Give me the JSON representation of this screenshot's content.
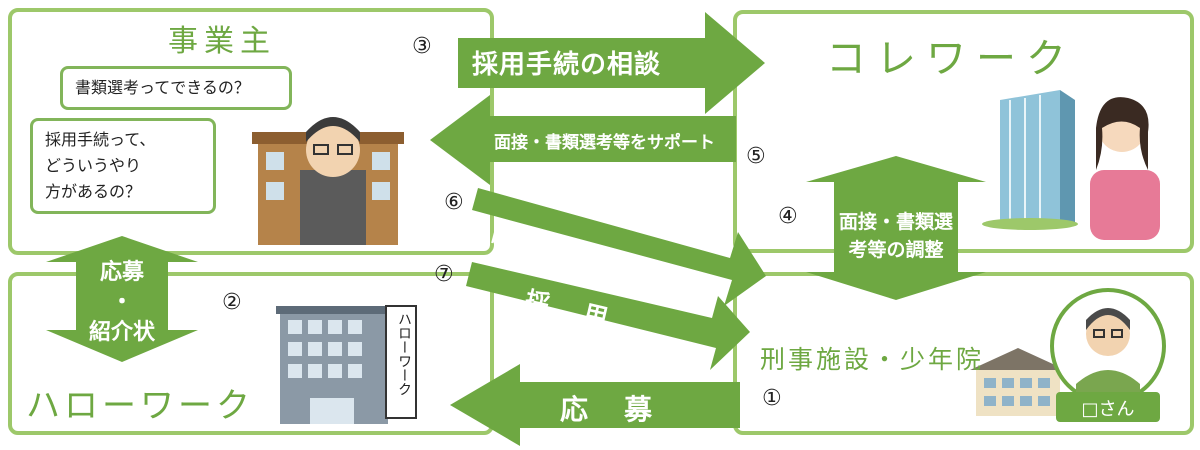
{
  "colors": {
    "arrow": "#6ea842",
    "border": "#9dc86a",
    "title": "#6ea842"
  },
  "employer": {
    "title": "事業主",
    "bubble1": "書類選考ってできるの？",
    "bubble2_lines": [
      "採用手続って、",
      "どういうやり",
      "方があるの？"
    ],
    "illustration": "employer-at-building-icon"
  },
  "corework": {
    "title": "コレワーク",
    "illustration": "office-worker-with-tower-icon"
  },
  "hellowork": {
    "title": "ハローワーク",
    "sign": "ハローワーク",
    "illustration": "hellowork-building-icon"
  },
  "facility": {
    "title": "刑事施設・少年院",
    "person_label": "□さん",
    "illustration": "inmate-portrait-icon"
  },
  "arrows": {
    "consult": "採用手続の相談",
    "support": "面接・書類選考等をサポート",
    "interview": "面接・書類選考",
    "hire": "採　用",
    "apply": "応　募",
    "apply_referral": [
      "応募",
      "・",
      "紹介状"
    ],
    "adjust": [
      "面接・書類選",
      "考等の調整"
    ]
  },
  "steps": [
    "①",
    "②",
    "③",
    "④",
    "⑤",
    "⑥",
    "⑦"
  ]
}
